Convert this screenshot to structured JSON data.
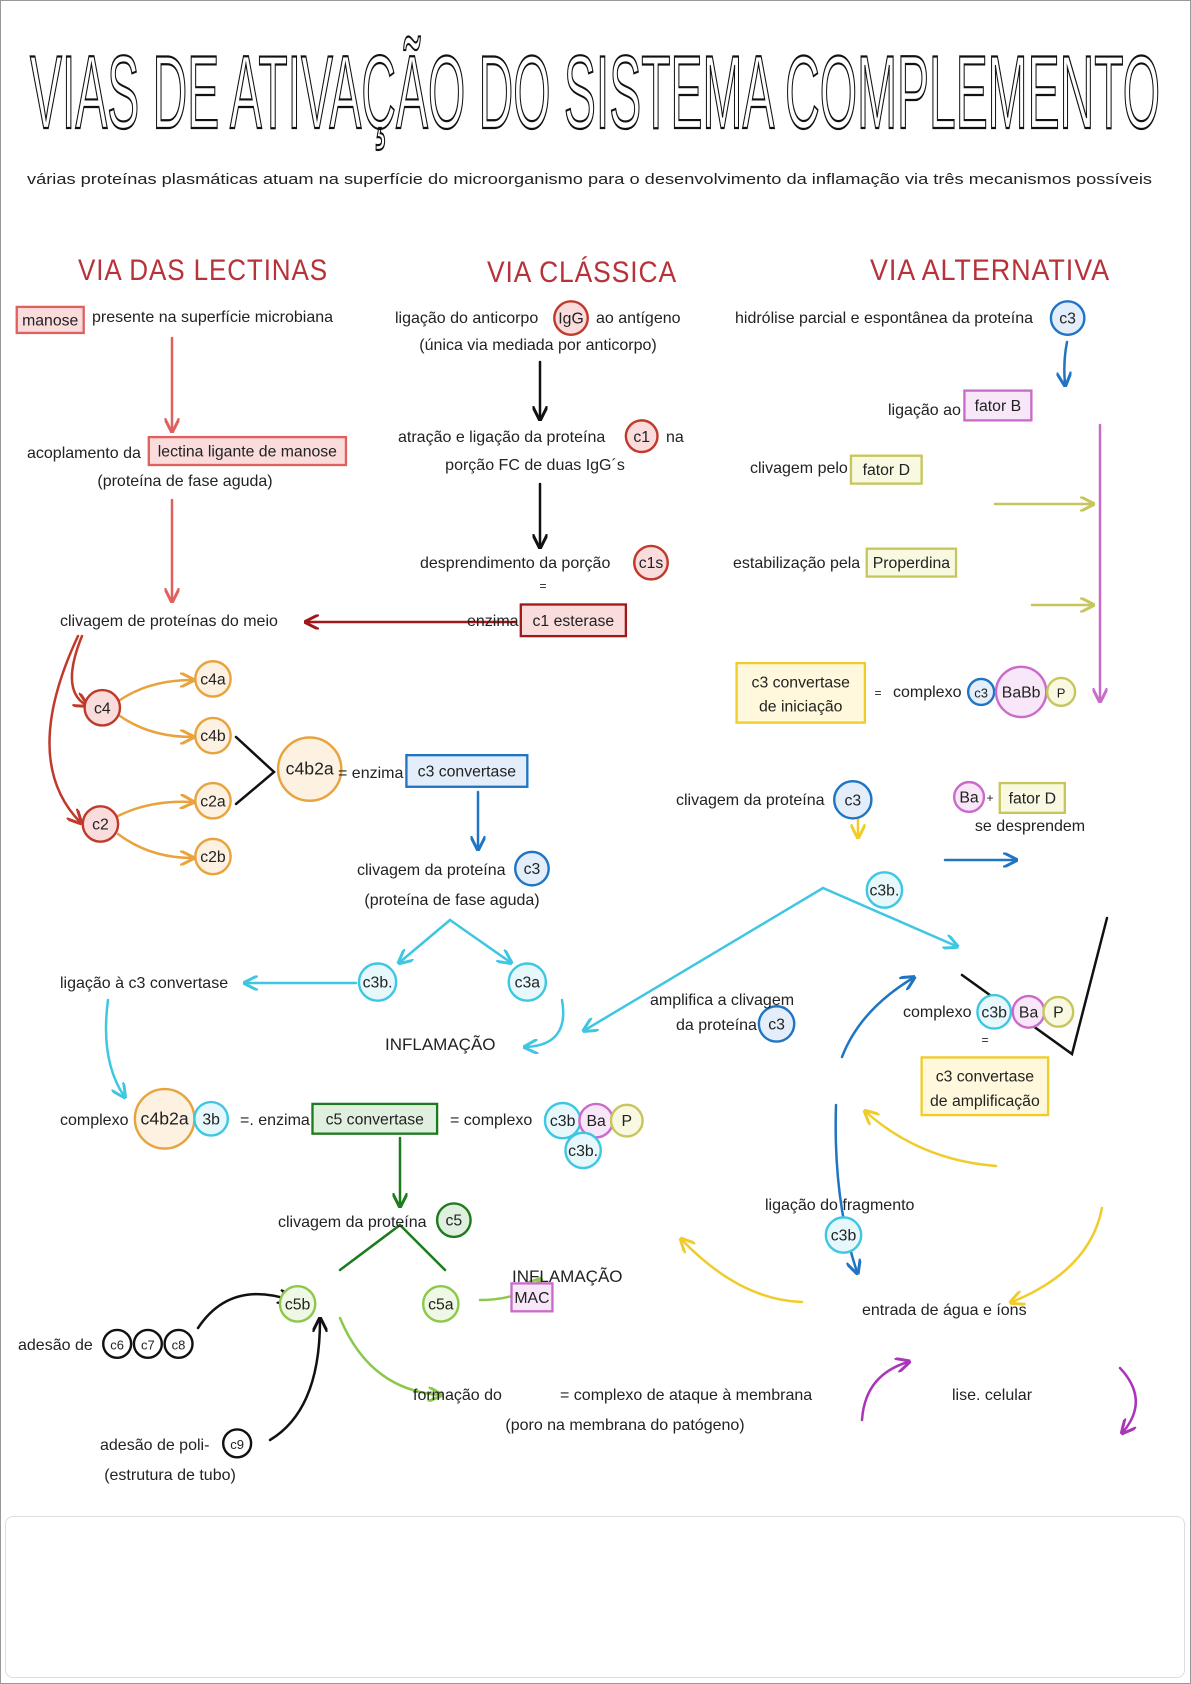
{
  "title": "VIAS DE ATIVAÇÃO DO SISTEMA COMPLEMENTO",
  "subtitle": "várias proteínas plasmáticas atuam na superfície do microorganismo para o desenvolvimento da inflamação via três mecanismos possíveis",
  "colors": {
    "header": "#b8323a",
    "red": "#c0392b",
    "red_fill": "#fadcdc",
    "salmon": "#e0605e",
    "darkred": "#a01818",
    "orange": "#e8a33d",
    "orange_fill": "#fdf1e2",
    "blue": "#1f74c4",
    "blue_fill": "#e3eefa",
    "cyan": "#3ec6e2",
    "cyan_fill": "#e7f8fc",
    "purple": "#c96bc9",
    "purple_fill": "#f8e7f8",
    "olive": "#c6c65c",
    "olive_fill": "#f9f9e2",
    "yellow": "#f0cc2a",
    "yellow_fill": "#fff8dc",
    "green": "#1e7a1e",
    "green_fill": "#e0f0df",
    "lightgreen": "#8cc84b",
    "lightgreen_fill": "#eff8e4",
    "magenta": "#a936b8",
    "black": "#111111"
  },
  "lectinas": {
    "header": "VIA DAS LECTINAS",
    "manose": "manose",
    "manose_text": "presente na superfície microbiana",
    "acoplamento": "acoplamento da",
    "lectina_box": "lectina ligante de manose",
    "fase_aguda": "(proteína de fase aguda)",
    "clivagem_meio": "clivagem de proteínas do meio",
    "c4": "c4",
    "c2": "c2",
    "c4a": "c4a",
    "c4b": "c4b",
    "c2a": "c2a",
    "c2b": "c2b",
    "c4b2a": "c4b2a",
    "enzima": "= enzima",
    "c3_convertase": "c3 convertase",
    "clivagem_c3": "clivagem da proteína",
    "c3": "c3",
    "fase_aguda_2": "(proteína de fase aguda)",
    "c3b": "c3b.",
    "c3a": "c3a",
    "ligacao_conv": "ligação à c3 convertase",
    "inflamacao": "INFLAMAÇÃO"
  },
  "classica": {
    "header": "VIA CLÁSSICA",
    "ligacao": "ligação do anticorpo",
    "igg": "IgG",
    "antigeno": "ao antígeno",
    "unica": "(única via mediada por anticorpo)",
    "atracao": "atração e ligação da proteína",
    "c1": "c1",
    "na": "na",
    "porcao_fc": "porção FC de duas IgG´s",
    "desprendimento": "desprendimento da porção",
    "c1s": "c1s",
    "equals": "=",
    "enzima": "enzima",
    "esterase": "c1 esterase"
  },
  "alternativa": {
    "header": "VIA ALTERNATIVA",
    "hidrolise": "hidrólise parcial e espontânea da proteína",
    "c3": "c3",
    "ligacao_ao": "ligação ao",
    "fator_b": "fator B",
    "clivagem_pelo": "clivagem pelo",
    "fator_d": "fator D",
    "estabilizacao": "estabilização pela",
    "properdina": "Properdina",
    "conv_iniciacao_1": "c3 convertase",
    "conv_iniciacao_2": "de iniciação",
    "eq": "=",
    "complexo": "complexo",
    "cx_c3": "c3",
    "cx_babb": "BaBb",
    "cx_p": "P",
    "clivagem": "clivagem da proteína",
    "clivagem_c3": "c3",
    "ba": "Ba",
    "plus": "+",
    "fator_d2": "fator D",
    "desprendem": "se desprendem",
    "c3b": "c3b.",
    "amplifica_1": "amplifica a clivagem",
    "amplifica_2": "da proteína",
    "amplifica_c3": "c3",
    "complexo2": "complexo",
    "cx2_c3b": "c3b",
    "cx2_ba": "Ba",
    "cx2_p": "P",
    "eq2": "=",
    "conv_amp_1": "c3 convertase",
    "conv_amp_2": "de amplificação",
    "ligacao_fragmento": "ligação do fragmento",
    "fragmento_c3b": "c3b"
  },
  "terminal": {
    "complexo": "complexo",
    "c4b2a": "c4b2a",
    "c3b_small": "3b",
    "enzima": "=. enzima",
    "c5_convertase": "c5 convertase",
    "eq_complexo": "=  complexo",
    "cx_c3b": "c3b",
    "cx_ba": "Ba",
    "cx_p": "P",
    "cx_c3b2": "c3b.",
    "clivagem_c5": "clivagem da proteína",
    "c5": "c5",
    "c5b": "c5b",
    "c5a": "c5a",
    "inflamacao": "INFLAMAÇÃO",
    "adesao": "adesão de",
    "c6": "c6",
    "c7": "c7",
    "c8": "c8",
    "adesao_poli": "adesão de poli-",
    "c9": "c9",
    "tubo": "(estrutura de tubo)",
    "formacao": "formação do",
    "mac": "MAC",
    "mac_def": "= complexo de ataque à membrana",
    "poro": "(poro na membrana do patógeno)",
    "entrada": "entrada de água e íons",
    "lise": "lise. celular"
  }
}
